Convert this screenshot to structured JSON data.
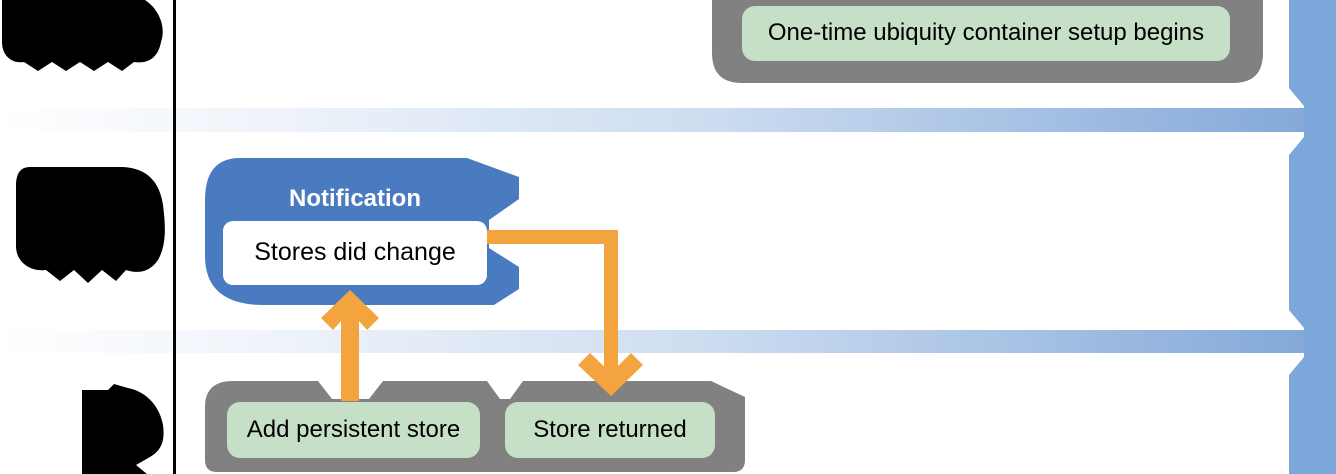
{
  "labels": {
    "setup": "One-time ubiquity container setup begins",
    "notification_title": "Notification",
    "notification_body": "Stores did change",
    "add_persistent_store": "Add persistent store",
    "store_returned": "Store returned"
  },
  "colors": {
    "blue_banner": "#4a7bc1",
    "orange": "#f3a43e",
    "gray": "#818181",
    "green": "#c5e0c6",
    "timeline_bar": "#7da6da",
    "band_start": "#ffffff",
    "band_end": "#84a9d9",
    "black": "#000000"
  }
}
